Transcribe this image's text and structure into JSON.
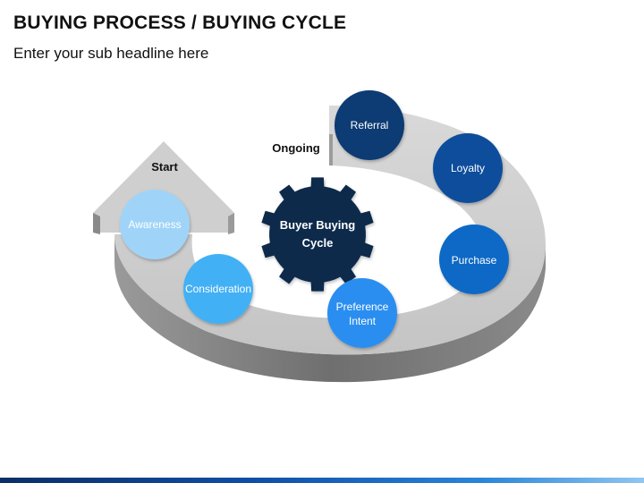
{
  "header": {
    "title": "BUYING PROCESS / BUYING CYCLE",
    "subtitle": "Enter your sub headline here"
  },
  "diagram": {
    "start_label": "Start",
    "ongoing_label": "Ongoing",
    "center": {
      "line1": "Buyer Buying",
      "line2": "Cycle"
    },
    "stages": {
      "awareness": "Awareness",
      "consideration": "Consideration",
      "preference_line1": "Preference",
      "preference_line2": "Intent",
      "purchase": "Purchase",
      "loyalty": "Loyalty",
      "referral": "Referral"
    }
  },
  "colors": {
    "ring_top": "#d2d2d2",
    "ring_side": "#7f7f7f",
    "gear": "#0b2a4c",
    "awareness": "#9fd4f8",
    "consideration": "#42b0f5",
    "preference": "#2a8ef0",
    "purchase": "#0d69c5",
    "loyalty": "#0a4d9c",
    "referral": "#0a3a73"
  }
}
